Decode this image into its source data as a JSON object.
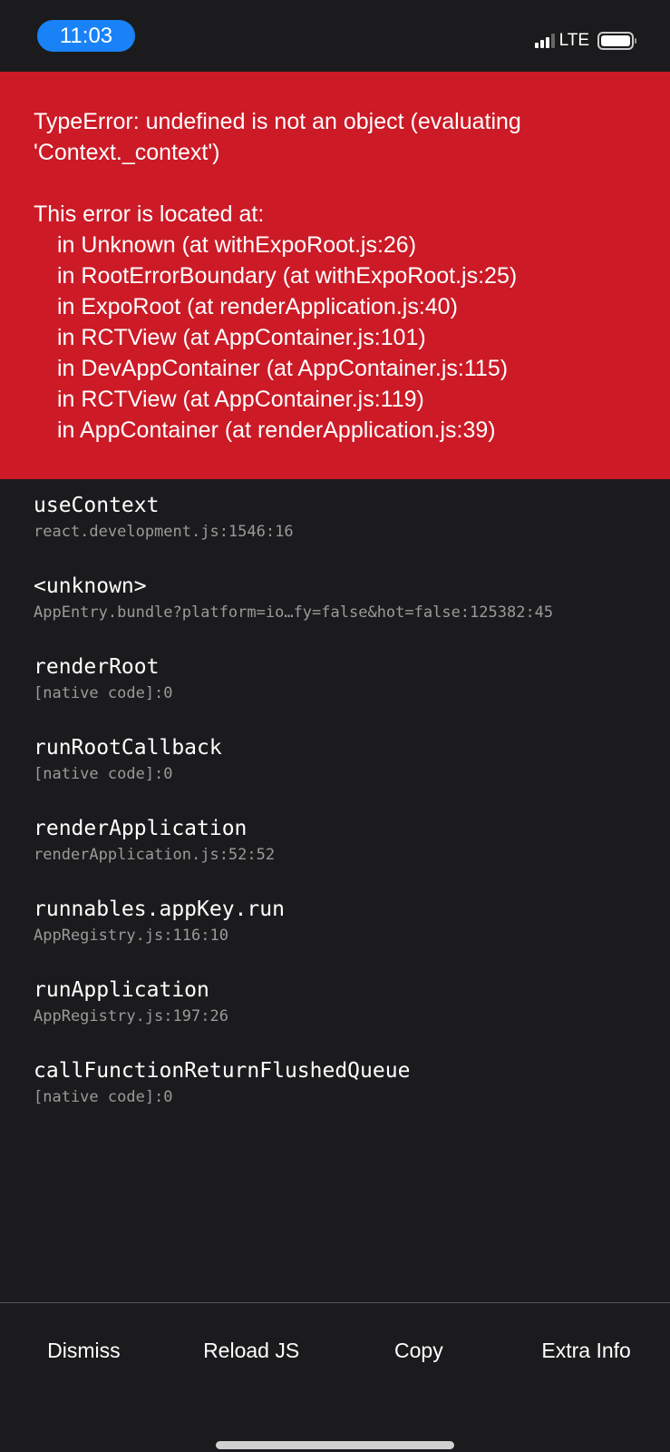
{
  "status_bar": {
    "time": "11:03",
    "network": "LTE",
    "signal_bars": 3,
    "battery_icon": "battery-full-icon"
  },
  "error": {
    "message": "TypeError: undefined is not an object (evaluating 'Context._context')",
    "location_heading": "This error is located at:",
    "component_stack": [
      "in Unknown (at withExpoRoot.js:26)",
      "in RootErrorBoundary (at withExpoRoot.js:25)",
      "in ExpoRoot (at renderApplication.js:40)",
      "in RCTView (at AppContainer.js:101)",
      "in DevAppContainer (at AppContainer.js:115)",
      "in RCTView (at AppContainer.js:119)",
      "in AppContainer (at renderApplication.js:39)"
    ],
    "color": "#cc1a26"
  },
  "stack_frames": [
    {
      "fn": "useContext",
      "src": "react.development.js:1546:16"
    },
    {
      "fn": "<unknown>",
      "src": "AppEntry.bundle?platform=io…fy=false&hot=false:125382:45"
    },
    {
      "fn": "renderRoot",
      "src": "[native code]:0"
    },
    {
      "fn": "runRootCallback",
      "src": "[native code]:0"
    },
    {
      "fn": "renderApplication",
      "src": "renderApplication.js:52:52"
    },
    {
      "fn": "runnables.appKey.run",
      "src": "AppRegistry.js:116:10"
    },
    {
      "fn": "runApplication",
      "src": "AppRegistry.js:197:26"
    },
    {
      "fn": "callFunctionReturnFlushedQueue",
      "src": "[native code]:0"
    }
  ],
  "actions": {
    "dismiss": "Dismiss",
    "reload": "Reload JS",
    "copy": "Copy",
    "extra": "Extra Info"
  }
}
